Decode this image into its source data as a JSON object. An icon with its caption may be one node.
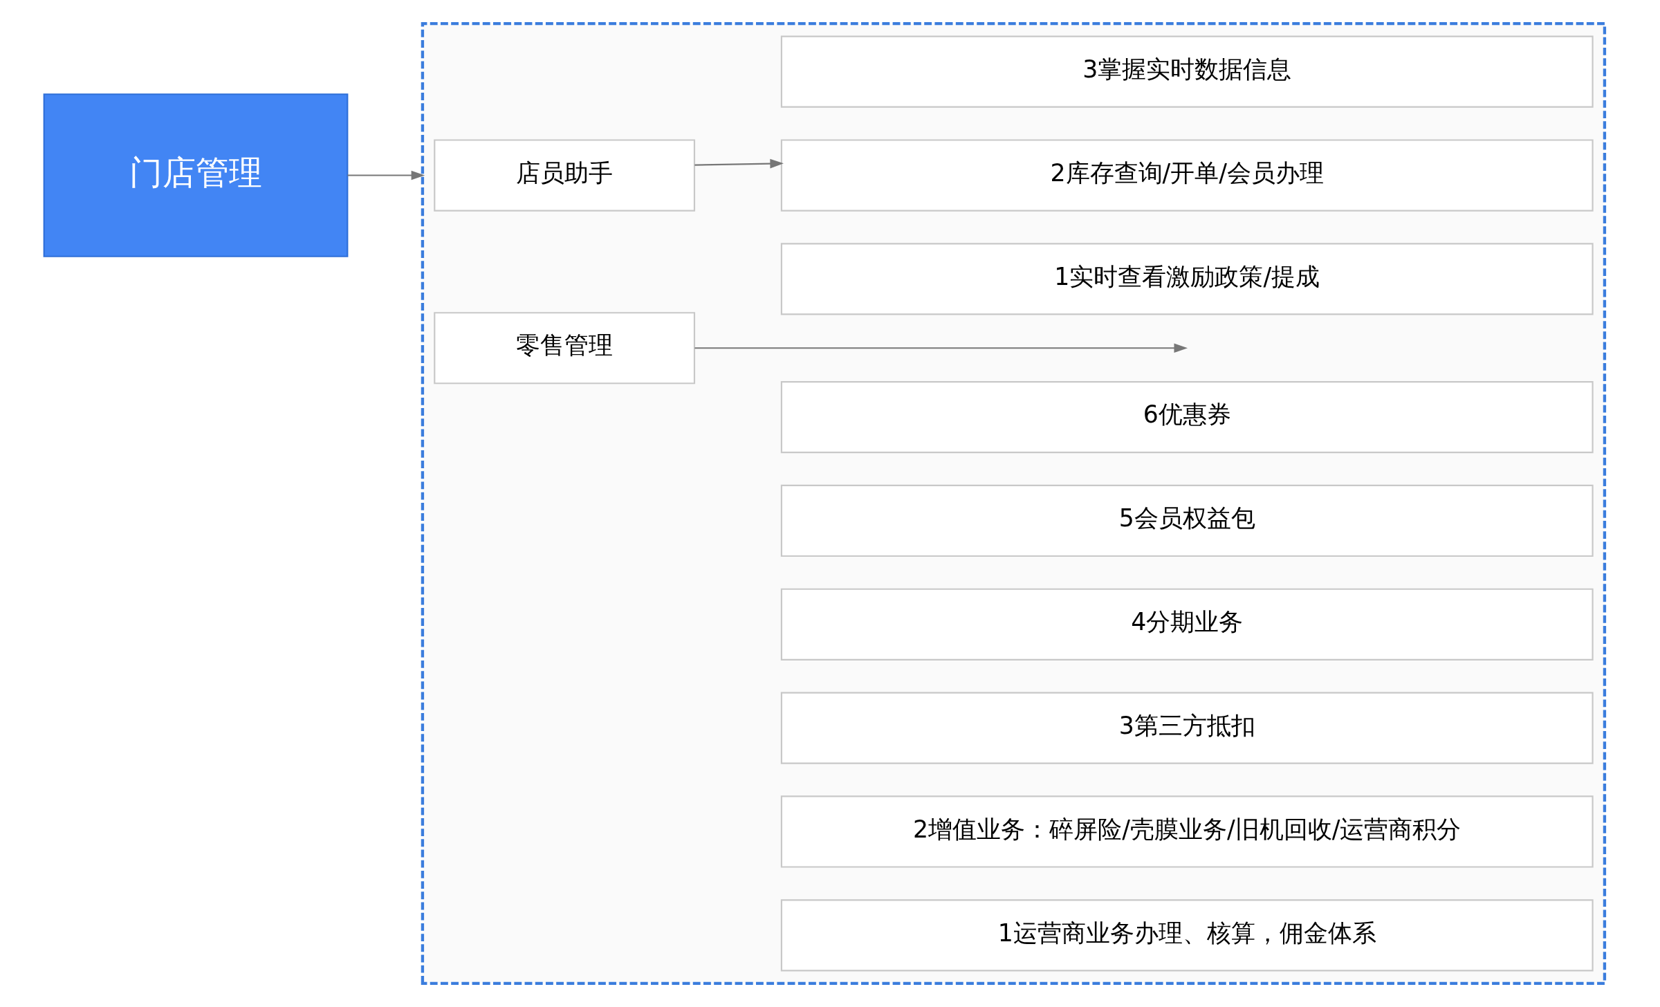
{
  "diagram": {
    "nodes": [
      {
        "text": [
          "门店管理"
        ]
      },
      {
        "text": [],
        "shape": "box"
      },
      {
        "text": [
          "店员助手"
        ],
        "in": 1
      },
      {
        "text": [
          "1实时查看激励政策/提成"
        ],
        "in": 1
      },
      {
        "text": [
          "2库存查询/开单/会员办理"
        ],
        "in": 1
      },
      {
        "text": [
          "3掌握实时数据信息"
        ],
        "in": 1
      },
      {
        "text": [
          "零售管理"
        ],
        "in": 1
      },
      {
        "text": [
          "1运营商业务办理、核算，佣金体系"
        ],
        "in": 1
      },
      {
        "text": [
          "2增值业务：碎屏险/壳膜业务/旧机回收/运营商积分"
        ],
        "in": 1
      },
      {
        "text": [
          "3第三方抵扣"
        ],
        "in": 1
      },
      {
        "text": [
          "4分期业务"
        ],
        "in": 1
      },
      {
        "text": [
          "5会员权益包"
        ],
        "in": 1
      },
      {
        "text": [
          "6优惠券"
        ],
        "in": 1
      }
    ],
    "edges": [
      {
        "from": 0,
        "to": 1,
        "arrow": "to"
      },
      {
        "from": 2,
        "to": 4,
        "arrow": "to"
      },
      {
        "from": 6,
        "to": null,
        "arrow": "to"
      }
    ]
  }
}
